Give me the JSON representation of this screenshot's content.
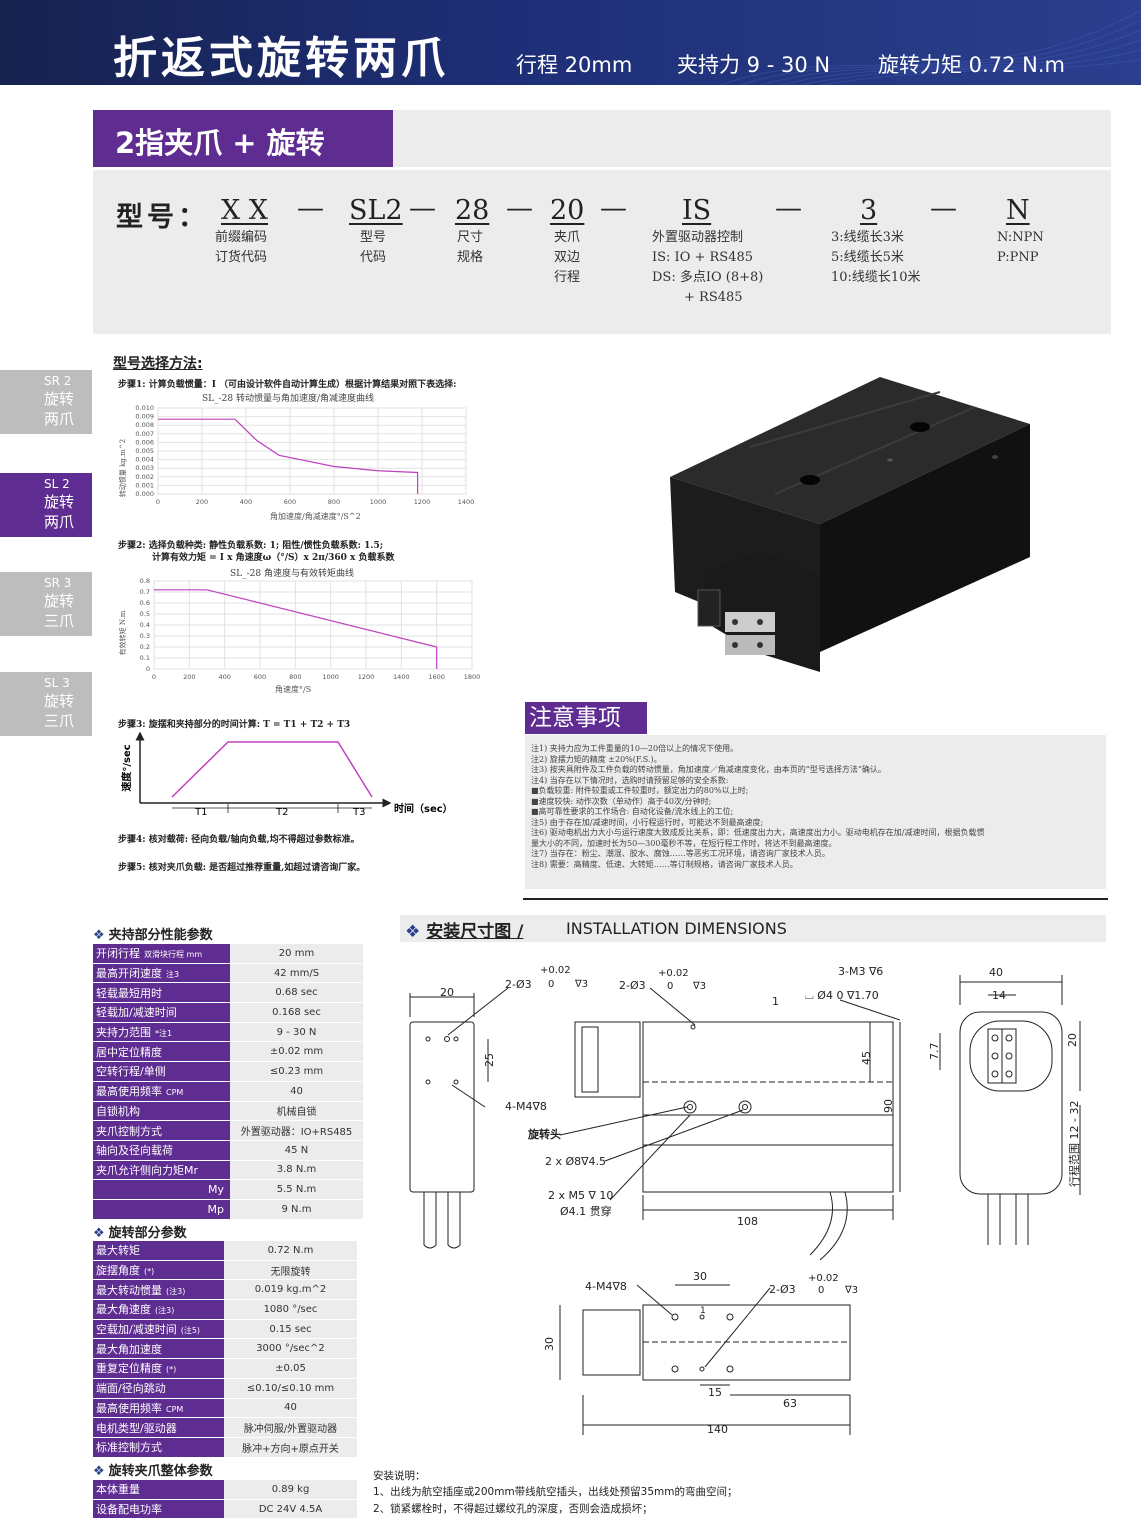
{
  "header": {
    "title": "折返式旋转两爪",
    "spec_stroke": "行程 20mm",
    "spec_force": "夹持力 9 - 30 N",
    "spec_torque": "旋转力矩  0.72  N.m"
  },
  "section": {
    "title": "2指夹爪 + 旋转"
  },
  "model": {
    "label": "型号：",
    "parts": [
      "X X",
      "SL2",
      "28",
      "20",
      "IS",
      "3",
      "N"
    ],
    "dash": "—",
    "desc": {
      "prefix": [
        "前缀编码",
        "订货代码"
      ],
      "type": [
        "型号",
        "代码"
      ],
      "size": [
        "尺寸",
        "规格"
      ],
      "stroke": [
        "夹爪",
        "双边",
        "行程"
      ],
      "control": [
        "外置驱动器控制",
        "IS: IO + RS485",
        "DS: 多点IO (8+8)",
        "+ RS485"
      ],
      "cable": [
        "3:线缆长3米",
        "5:线缆长5米",
        "10:线缆长10米"
      ],
      "io": [
        "N:NPN",
        "P:PNP"
      ]
    }
  },
  "side_tabs": [
    {
      "code": "SR 2",
      "l1": "旋转",
      "l2": "两爪"
    },
    {
      "code": "SL 2",
      "l1": "旋转",
      "l2": "两爪"
    },
    {
      "code": "SR 3",
      "l1": "旋转",
      "l2": "三爪"
    },
    {
      "code": "SL 3",
      "l1": "旋转",
      "l2": "三爪"
    }
  ],
  "selection": {
    "title": "型号选择方法:",
    "step1": "步骤1: 计算负载惯量：I （可由设计软件自动计算生成）根据计算结果对照下表选择:",
    "step2a": "步骤2: 选择负载种类: 静性负载系数: 1; 阻性/惯性负载系数: 1.5;",
    "step2b": "计算有效力矩 = I x  角速度ω（°/S）x 2π/360 x 负载系数",
    "step3": "步骤3: 旋摆和夹持部分的时间计算: T = T1 + T2 + T3",
    "step4": "步骤4: 核对载荷: 径向负载/轴向负载,均不得超过参数标准。",
    "step5": "步骤5: 核对夹爪负载: 是否超过推荐重量,如超过请咨询厂家。"
  },
  "chart_data": [
    {
      "type": "line",
      "title": "SL_-28 转动惯量与角加速度/角减速度曲线",
      "xlabel": "角加速度/角减速度°/S^2",
      "ylabel": "转动惯量 kg.m^2",
      "xlim": [
        0,
        1400
      ],
      "ylim": [
        0,
        0.01
      ],
      "xticks": [
        0,
        200,
        400,
        600,
        800,
        1000,
        1200,
        1400
      ],
      "yticks": [
        0.0,
        0.001,
        0.002,
        0.003,
        0.004,
        0.005,
        0.006,
        0.007,
        0.008,
        0.009,
        0.01
      ],
      "ytick_labels": [
        "0.000",
        "0.001",
        "0.002",
        "0.003",
        "0.004",
        "0.005",
        "0.006",
        "0.007",
        "0.008",
        "0.009",
        "0.010"
      ],
      "x": [
        0,
        350,
        450,
        550,
        800,
        1000,
        1180,
        1180
      ],
      "y": [
        0.0087,
        0.0087,
        0.0062,
        0.0045,
        0.0032,
        0.0027,
        0.0025,
        0.0
      ],
      "color": "#c040c0",
      "grid": true
    },
    {
      "type": "line",
      "title": "SL_-28 角速度与有效转矩曲线",
      "xlabel": "角速度°/S",
      "ylabel": "有效转矩 N.m",
      "xlim": [
        0,
        1800
      ],
      "ylim": [
        0,
        0.8
      ],
      "xticks": [
        0,
        200,
        400,
        600,
        800,
        1000,
        1200,
        1400,
        1600,
        1800
      ],
      "yticks": [
        0,
        0.1,
        0.2,
        0.3,
        0.4,
        0.5,
        0.6,
        0.7,
        0.8
      ],
      "ytick_labels": [
        "0",
        "0.1",
        "0.2",
        "0.3",
        "0.4",
        "0.5",
        "0.6",
        "0.7",
        "0.8"
      ],
      "x": [
        0,
        300,
        1600,
        1600
      ],
      "y": [
        0.72,
        0.72,
        0.2,
        0.0
      ],
      "color": "#c040c0",
      "grid": true
    },
    {
      "type": "line",
      "xlabel": "时间（sec）",
      "ylabel": "速度°/sec",
      "segments": [
        "T1",
        "T2",
        "T3"
      ],
      "color": "#c040c0"
    }
  ],
  "notes": {
    "title": "注意事项",
    "lines": [
      "注1) 夹持力应为工件重量的10—20倍以上的情况下使用。",
      "注2) 旋摆力矩的精度 ±20%(F.S.)。",
      "注3) 按夹具附件及工件负载的转动惯量，角加速度／角减速度变化，由本页的“型号选择方法”确认。",
      "注4) 当存在以下情况时，选购时请预留足够的安全系数:",
      "     ■负载较重: 附件较重或工件较重时，额定出力的80%以上时;",
      "     ■速度较快: 动作次数（单动作）高于40次/分钟时;",
      "     ■高可靠性要求的工作场合: 自动化设备/流水线上的工位;",
      "注5) 由于存在加/减速时间，小行程运行时，可能达不到最高速度;",
      "注6) 驱动电机出力大小与运行速度大致成反比关系，即：低速度出力大，高速度出力小。驱动电机存在加/减速时间，根据负载惯",
      "       量大小的不同，加速时长为50—300毫秒不等，在短行程工作时，将达不到最高速度。",
      "注7) 当存在：粉尘、潮湿、胶水、腐蚀……等恶劣工况环境，请咨询厂家技术人员。",
      "注8) 需要：高精度、低速、大转矩……等订制规格，请咨询厂家技术人员。"
    ]
  },
  "table_grip": {
    "title": "夹持部分性能参数",
    "rows": [
      {
        "k": "开闭行程",
        "k2": "双滑块行程 mm",
        "v": "20 mm"
      },
      {
        "k": "最高开闭速度",
        "k2": "注3",
        "v": "42 mm/S"
      },
      {
        "k": "轻载最短用时",
        "k2": "",
        "v": "0.68 sec"
      },
      {
        "k": "轻载加/减速时间",
        "k2": "",
        "v": "0.168 sec"
      },
      {
        "k": "夹持力范围",
        "k2": "*注1",
        "v": "9 - 30 N"
      },
      {
        "k": "居中定位精度",
        "k2": "",
        "v": "±0.02 mm"
      },
      {
        "k": "空转行程/单侧",
        "k2": "",
        "v": "≤0.23 mm"
      },
      {
        "k": "最高使用频率",
        "k2": "CPM",
        "v": "40"
      },
      {
        "k": "自锁机构",
        "k2": "",
        "v": "机械自锁"
      },
      {
        "k": "夹爪控制方式",
        "k2": "",
        "v": "外置驱动器：IO+RS485"
      },
      {
        "k": "轴向及径向载荷",
        "k2": "",
        "v": "45 N"
      },
      {
        "k": "夹爪允许侧向力矩Mr",
        "k2": "",
        "v": "3.8  N.m"
      },
      {
        "k": "My",
        "k2": "",
        "v": "5.5  N.m",
        "right": true
      },
      {
        "k": "Mp",
        "k2": "",
        "v": "9  N.m",
        "right": true
      }
    ]
  },
  "table_rotate": {
    "title": "旋转部分参数",
    "rows": [
      {
        "k": "最大转矩",
        "k2": "",
        "v": "0.72 N.m"
      },
      {
        "k": "旋摆角度",
        "k2": "(*)",
        "v": "无限旋转"
      },
      {
        "k": "最大转动惯量",
        "k2": "(注3)",
        "v": "0.019  kg.m^2"
      },
      {
        "k": "最大角速度",
        "k2": "(注3)",
        "v": "1080  °/sec"
      },
      {
        "k": "空载加/减速时间",
        "k2": "(注5)",
        "v": "0.15 sec"
      },
      {
        "k": "最大角加速度",
        "k2": "",
        "v": "3000  °/sec^2"
      },
      {
        "k": "重复定位精度",
        "k2": "(*)",
        "v": "±0.05"
      },
      {
        "k": "端面/径向跳动",
        "k2": "",
        "v": "≤0.10/≤0.10 mm"
      },
      {
        "k": "最高使用频率",
        "k2": "CPM",
        "v": "40"
      },
      {
        "k": "电机类型/驱动器",
        "k2": "",
        "v": "脉冲伺服/外置驱动器"
      },
      {
        "k": "标准控制方式",
        "k2": "",
        "v": "脉冲+方向+原点开关"
      }
    ]
  },
  "table_overall": {
    "title": "旋转夹爪整体参数",
    "rows": [
      {
        "k": "本体重量",
        "k2": "",
        "v": "0.89 kg"
      },
      {
        "k": "设备配电功率",
        "k2": "",
        "v": "DC 24V  4.5A"
      }
    ]
  },
  "install": {
    "title": "安装尺寸图 /",
    "title_en": "INSTALLATION DIMENSIONS",
    "note_title": "安装说明：",
    "note1": "1、出线为航空插座或200mm带线航空插头，出线处预留35mm的弯曲空间；",
    "note2": "2、锁紧螺栓时，不得超过螺纹孔的深度，否则会造成损坏；",
    "dims": {
      "d20": "20",
      "d25": "25",
      "hole1": "2-Ø3",
      "tol1": "+0.02",
      "tol0": "0",
      "depth3": "∇3",
      "d1": "1",
      "m3": "3-M3 ∇6",
      "cbore": "⌴ Ø4  0  ∇1.70",
      "m4": "4-M4∇8",
      "rot_head": "旋转头",
      "d8": "2 x  Ø8∇4.5",
      "m5": "2 x M5  ∇ 10",
      "d41": "Ø4.1 贯穿",
      "d108": "108",
      "d45": "45",
      "d90": "90",
      "d40": "40",
      "d14": "14",
      "d77": "7.7",
      "d20b": "20",
      "range": "行程范围 12 - 32",
      "d30": "30",
      "d30v": "30",
      "d15": "15",
      "d63": "63",
      "d140": "140",
      "d1b": "1"
    }
  }
}
